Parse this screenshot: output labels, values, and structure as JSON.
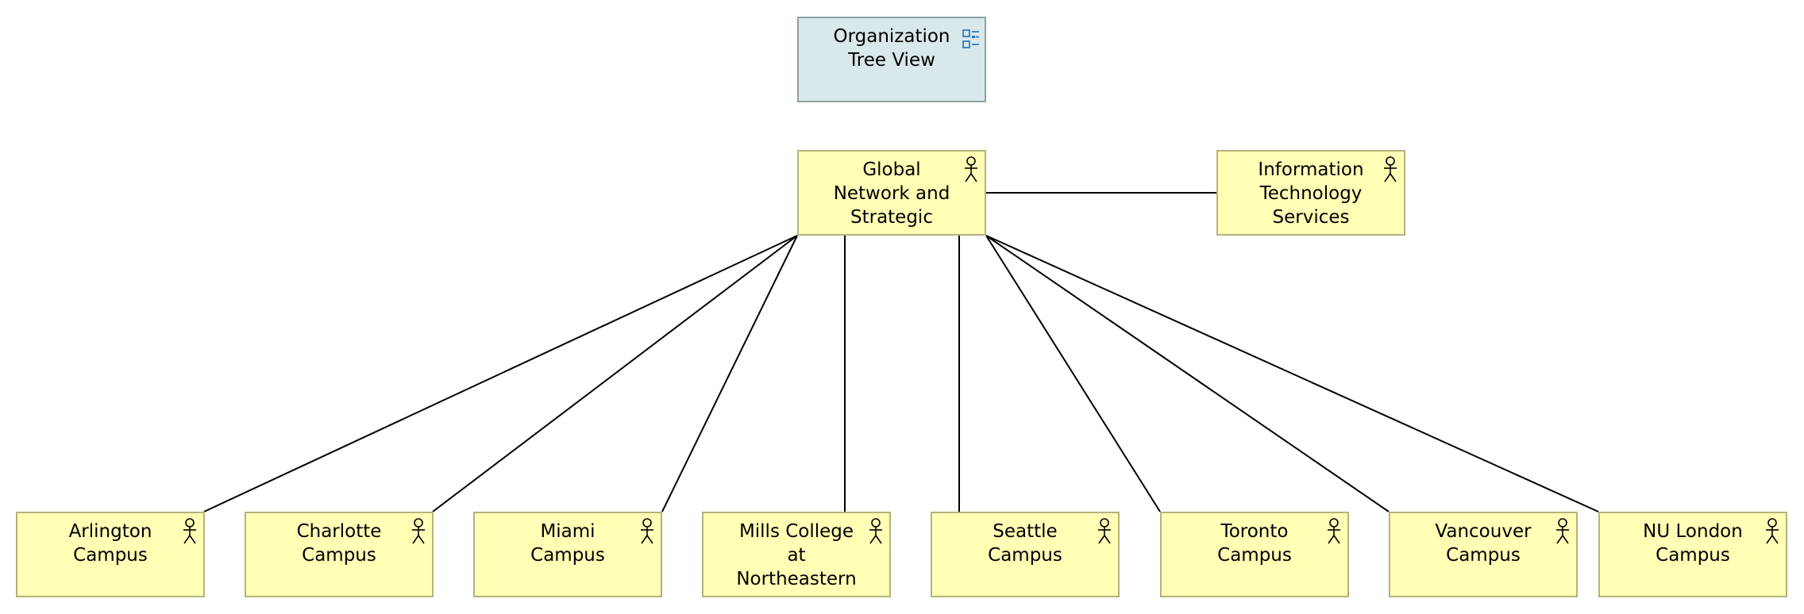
{
  "diagram": {
    "view": {
      "id": "view",
      "label": "Organization\nTree View",
      "icon": "view-icon"
    },
    "root": {
      "id": "global",
      "label": "Global\nNetwork and\nStrategic",
      "icon": "actor-icon"
    },
    "peer": {
      "id": "its",
      "label": "Information\nTechnology\nServices",
      "icon": "actor-icon"
    },
    "campuses": [
      {
        "id": "arlington",
        "label": "Arlington\nCampus",
        "icon": "actor-icon"
      },
      {
        "id": "charlotte",
        "label": "Charlotte\nCampus",
        "icon": "actor-icon"
      },
      {
        "id": "miami",
        "label": "Miami\nCampus",
        "icon": "actor-icon"
      },
      {
        "id": "mills",
        "label": "Mills College\nat\nNortheastern",
        "icon": "actor-icon"
      },
      {
        "id": "seattle",
        "label": "Seattle\nCampus",
        "icon": "actor-icon"
      },
      {
        "id": "toronto",
        "label": "Toronto\nCampus",
        "icon": "actor-icon"
      },
      {
        "id": "vancouver",
        "label": "Vancouver\nCampus",
        "icon": "actor-icon"
      },
      {
        "id": "london",
        "label": "NU London\nCampus",
        "icon": "actor-icon"
      }
    ],
    "links": [
      {
        "from": "global",
        "to": "its"
      },
      {
        "from": "global",
        "to": "arlington"
      },
      {
        "from": "global",
        "to": "charlotte"
      },
      {
        "from": "global",
        "to": "miami"
      },
      {
        "from": "global",
        "to": "mills"
      },
      {
        "from": "global",
        "to": "seattle"
      },
      {
        "from": "global",
        "to": "toronto"
      },
      {
        "from": "global",
        "to": "vancouver"
      },
      {
        "from": "global",
        "to": "london"
      }
    ],
    "colors": {
      "actor_fill": "#ffffb5",
      "actor_border": "#b3b27c",
      "view_fill": "#d9e8ea",
      "view_border": "#8fa3a5",
      "view_icon": "#1f6fb5",
      "line": "#000000"
    }
  }
}
